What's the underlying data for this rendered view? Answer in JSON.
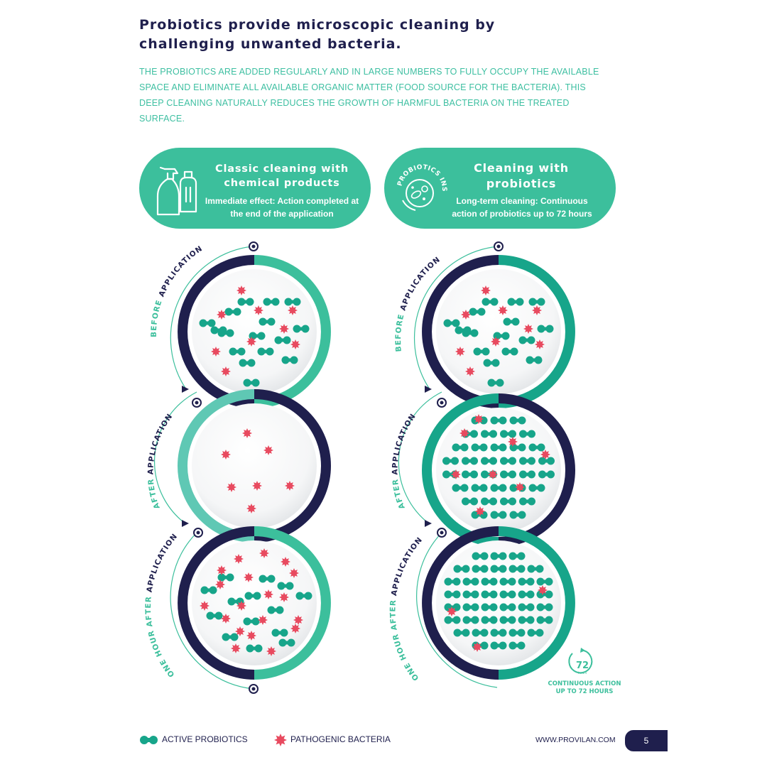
{
  "heading": {
    "title": "Probiotics provide microscopic cleaning by challenging unwanted bacteria.",
    "intro": "THE PROBIOTICS ARE ADDED REGULARLY AND IN LARGE NUMBERS TO FULLY OCCUPY THE AVAILABLE SPACE AND ELIMINATE ALL AVAILABLE ORGANIC MATTER (FOOD SOURCE FOR THE BACTERIA). THIS DEEP CLEANING NATURALLY REDUCES THE GROWTH OF HARMFUL BACTERIA ON THE TREATED SURFACE."
  },
  "columns": [
    {
      "title": "Classic cleaning with chemical products",
      "subtitle": "Immediate effect: Action completed at the end of the application",
      "icon": "spray-bottles-icon"
    },
    {
      "title": "Cleaning with probiotics",
      "subtitle": "Long-term cleaning: Continuous action of probiotics up to 72 hours",
      "icon": "probiotics-inside-icon",
      "badge_text": "PROBIOTICS INSIDE"
    }
  ],
  "stages": {
    "before": "BEFORE",
    "after": "AFTER",
    "one_hour_after": "ONE HOUR AFTER",
    "application": "APPLICATION"
  },
  "continuous": {
    "badge_number": "72",
    "badge_unit": "hours",
    "text_line1": "CONTINUOUS ACTION",
    "text_line2": "UP TO 72 HOURS"
  },
  "legend": {
    "probiotics": "ACTIVE PROBIOTICS",
    "bacteria": "PATHOGENIC BACTERIA"
  },
  "footer": {
    "url": "WWW.PROVILAN.COM",
    "page": "5"
  },
  "colors": {
    "navy": "#1f1f4d",
    "teal": "#3cbf9c",
    "probiotic": "#17a58a",
    "bacteria": "#e84a5f"
  }
}
